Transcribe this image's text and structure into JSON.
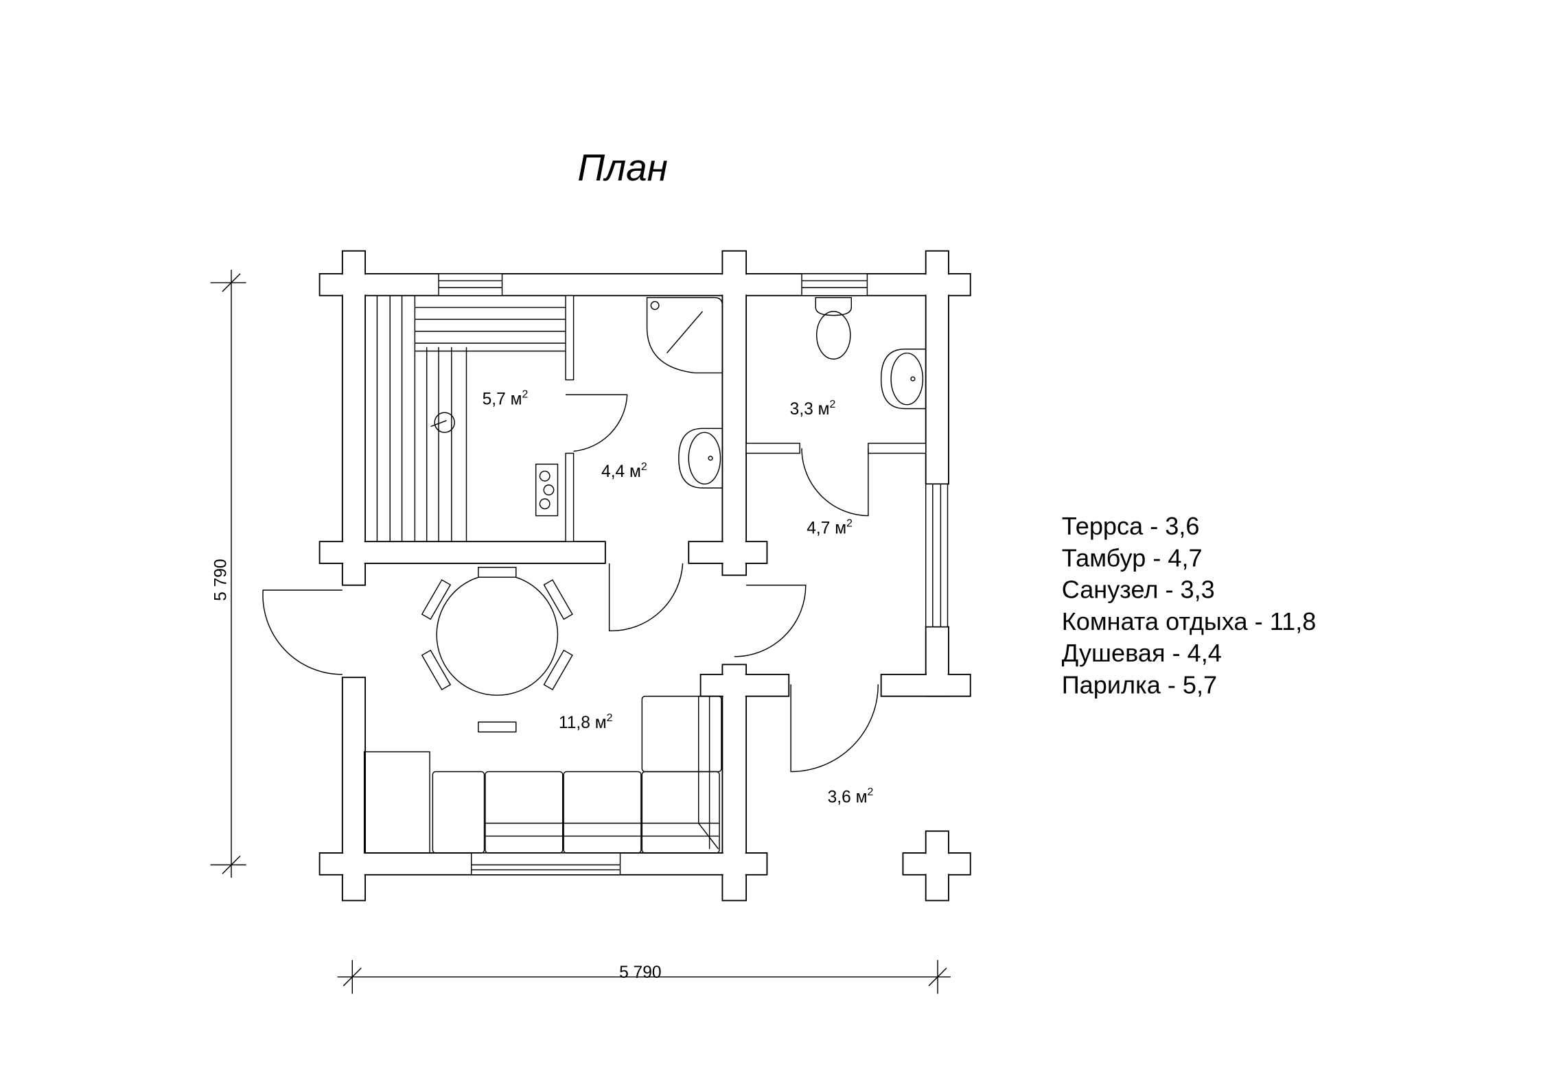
{
  "title": "План",
  "legend": [
    {
      "label": "Террса - 3,6"
    },
    {
      "label": "Тамбур - 4,7"
    },
    {
      "label": "Санузел - 3,3"
    },
    {
      "label": "Комната отдыха - 11,8"
    },
    {
      "label": "Душевая - 4,4"
    },
    {
      "label": "Парилка - 5,7"
    }
  ],
  "rooms": [
    {
      "area": "5,7",
      "unit": "м",
      "sup": "2"
    },
    {
      "area": "4,4",
      "unit": "м",
      "sup": "2"
    },
    {
      "area": "3,3",
      "unit": "м",
      "sup": "2"
    },
    {
      "area": "4,7",
      "unit": "м",
      "sup": "2"
    },
    {
      "area": "11,8",
      "unit": "м",
      "sup": "2"
    },
    {
      "area": "3,6",
      "unit": "м",
      "sup": "2"
    }
  ],
  "dimensions": {
    "vertical": "5 790",
    "horizontal": "5 790"
  }
}
